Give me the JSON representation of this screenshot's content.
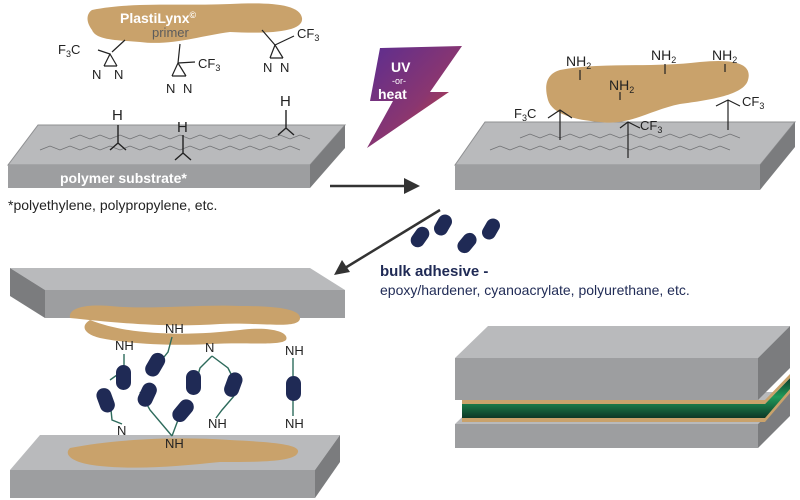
{
  "primer": {
    "name": "PlastiLynx",
    "mark": "©",
    "label": "primer"
  },
  "groups": {
    "cf3_left": "F3C",
    "cf3_right": "CF3",
    "n": "N",
    "h": "H",
    "nh2": "NH2",
    "nh": "NH"
  },
  "substrate": {
    "label": "polymer substrate*",
    "footnote": "*polyethylene, polypropylene, etc."
  },
  "activation": {
    "line1": "UV",
    "line2": "-or-",
    "line3": "heat"
  },
  "adhesive": {
    "label": "bulk adhesive -",
    "examples": "epoxy/hardener, cyanoacrylate, polyurethane, etc."
  },
  "colors": {
    "primer": "#c9a26b",
    "slab_top": "#b8b9bb",
    "slab_side": "#7b7c7e",
    "adhesive_bead": "#1f2a55",
    "chain": "#2e6b5c",
    "bolt_top": "#5b2d91",
    "bolt_bottom": "#d2452b"
  }
}
